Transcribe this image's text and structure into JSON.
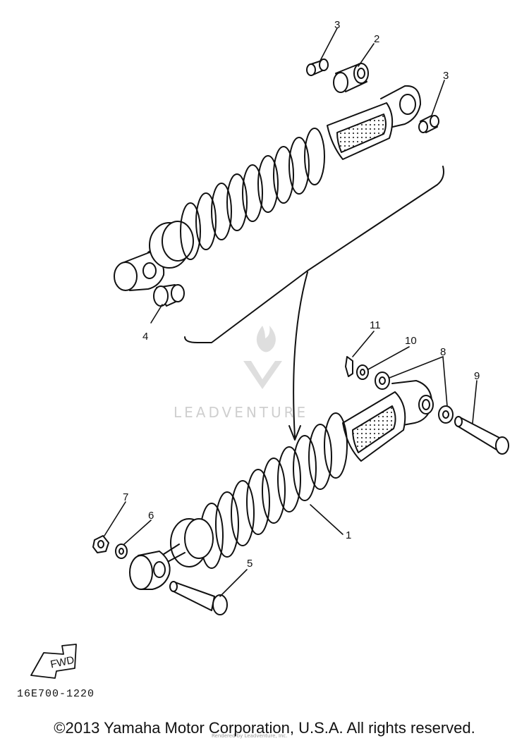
{
  "diagram": {
    "callouts": {
      "c1": "1",
      "c2": "2",
      "c3a": "3",
      "c3b": "3",
      "c4": "4",
      "c5": "5",
      "c6": "6",
      "c7": "7",
      "c8": "8",
      "c9": "9",
      "c10": "10",
      "c11": "11"
    },
    "fwd_label": "FWD",
    "part_number": "16E700-1220",
    "watermark": "LEADVENTURE",
    "watermark_small": "Rendered by Leadventure, Inc."
  },
  "footer": {
    "copyright": "©2013 Yamaha Motor Corporation, U.S.A. All rights reserved."
  }
}
